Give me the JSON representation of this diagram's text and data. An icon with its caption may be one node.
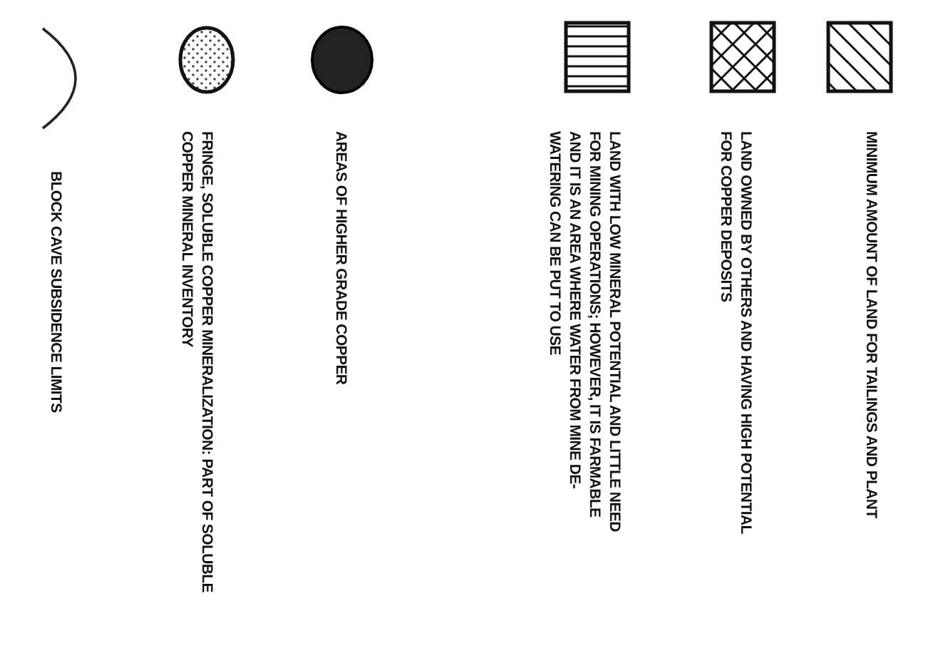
{
  "diagram": {
    "legend": [
      {
        "text": "MINIMUM AMOUNT OF LAND FOR TAILINGS AND PLANT"
      },
      {
        "text": "LAND OWNED BY OTHERS AND HAVING HIGH POTENTIAL FOR COPPER DEPOSITS"
      },
      {
        "text": "LAND WITH LOW MINERAL POTENTIAL AND LITTLE NEED FOR MINING OPERATIONS; HOWEVER, IT IS FARMABLE AND IT IS AN AREA WHERE WATER FROM MINE DE-WATERING CAN BE PUT TO USE"
      },
      {
        "text": "AREAS OF HIGHER GRADE COPPER"
      },
      {
        "text": "FRINGE, SOLUBLE COPPER MINERALIZATION: PART OF SOLUBLE COPPER MINERAL INVENTORY"
      },
      {
        "text": "BLOCK CAVE SUBSIDENCE LIMITS"
      }
    ]
  }
}
